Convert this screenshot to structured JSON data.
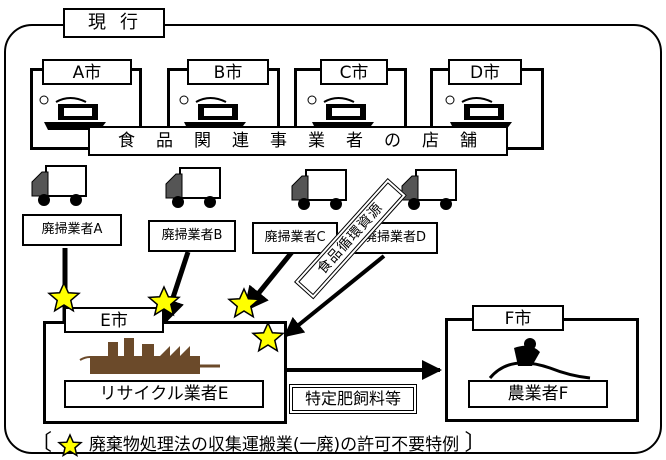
{
  "header": {
    "tab_label": "現行"
  },
  "cities": [
    {
      "label": "A市"
    },
    {
      "label": "B市"
    },
    {
      "label": "C市"
    },
    {
      "label": "D市"
    }
  ],
  "banner": {
    "text": "食品関連事業者の店舗"
  },
  "collectors": [
    {
      "label": "廃掃業者A"
    },
    {
      "label": "廃掃業者B"
    },
    {
      "label": "廃掃業者C"
    },
    {
      "label": "廃掃業者D"
    }
  ],
  "diagonal_label": "食品循環資源",
  "recycler": {
    "city": "E市",
    "label": "リサイクル業者E"
  },
  "farmer": {
    "city": "F市",
    "label": "農業者F"
  },
  "product_label": "特定肥飼料等",
  "legend": {
    "text": "廃棄物処理法の収集運搬業(一廃)の許可不要特例",
    "open": "〔",
    "close": "〕"
  },
  "colors": {
    "star": "#FFFF00",
    "line": "#000000",
    "factory": "#6b4a2a"
  },
  "icons": [
    "shop-icon",
    "truck-icon",
    "star-icon",
    "factory-icon",
    "farmer-icon"
  ]
}
